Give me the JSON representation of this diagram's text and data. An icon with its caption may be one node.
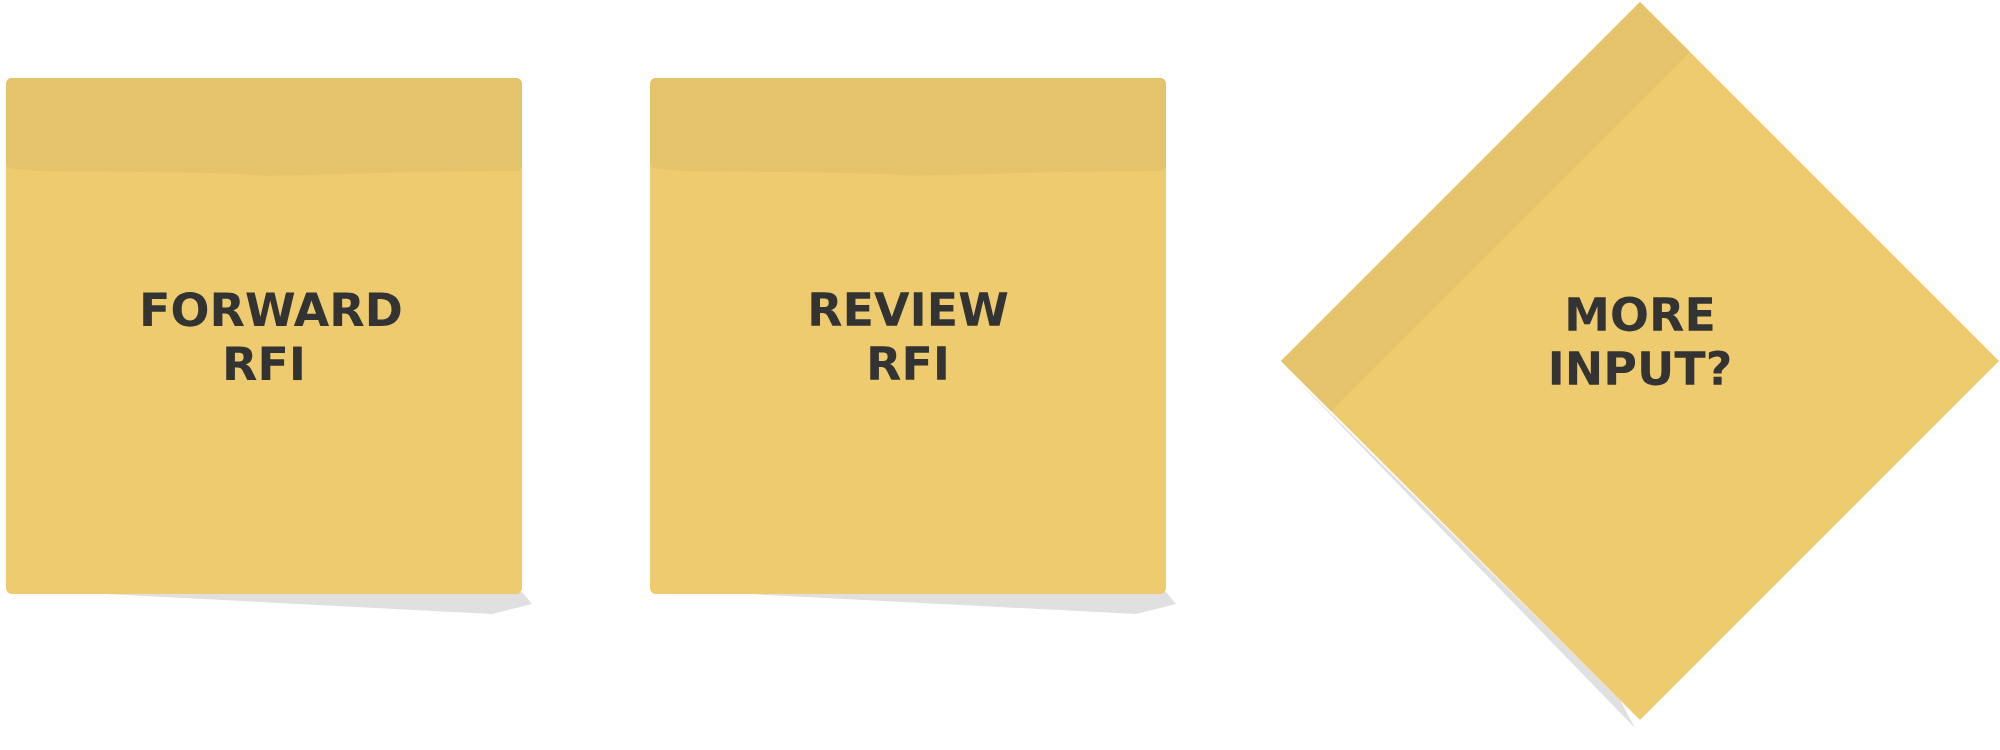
{
  "diagram": {
    "nodes": [
      {
        "text": [
          "FORWARD RFI"
        ]
      },
      {
        "text": [
          "REVIEW RFI"
        ]
      },
      {
        "text": [
          "MORE INPUT?"
        ]
      }
    ]
  }
}
